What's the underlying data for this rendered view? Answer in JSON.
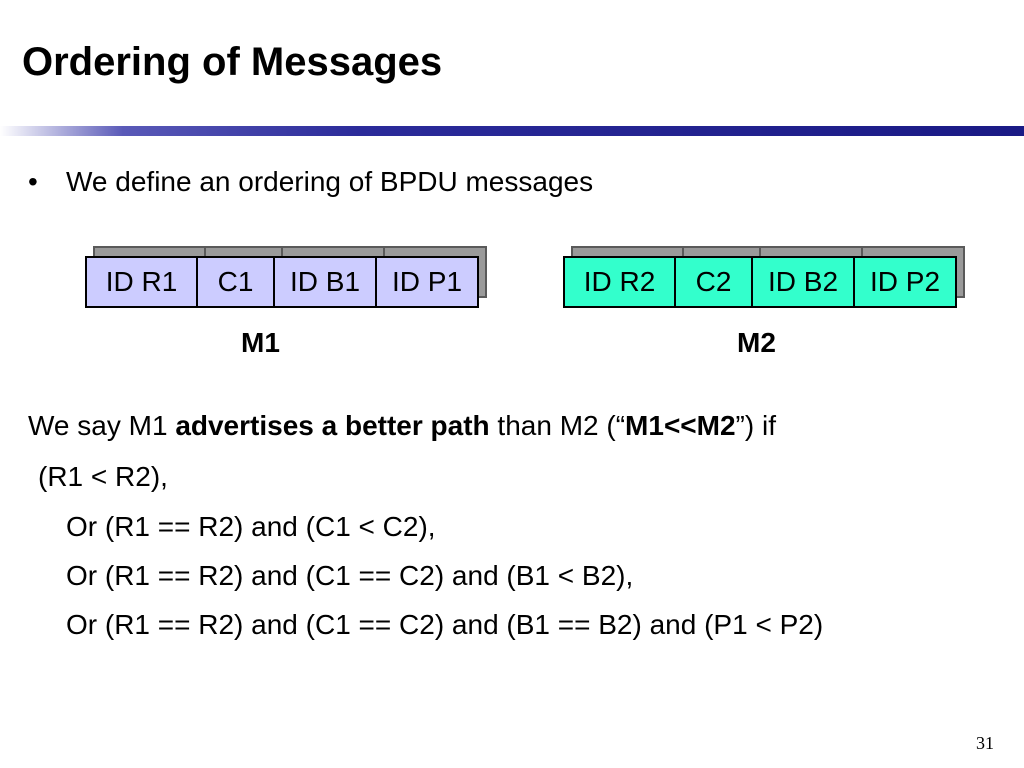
{
  "slide": {
    "title": "Ordering of Messages",
    "bullet": "We define an ordering of BPDU messages",
    "page_number": "31"
  },
  "messages": {
    "m1": {
      "label": "M1",
      "fields": [
        "ID R1",
        "C1",
        "ID B1",
        "ID P1"
      ],
      "color": "#ccccff"
    },
    "m2": {
      "label": "M2",
      "fields": [
        "ID R2",
        "C2",
        "ID B2",
        "ID P2"
      ],
      "color": "#33ffcc"
    }
  },
  "statement": {
    "part1": "We say M1 ",
    "bold1": "advertises a better path",
    "part2": " than M2 (“",
    "bold2": "M1<<M2",
    "part3": "”) if"
  },
  "conditions": [
    "(R1 < R2),",
    "Or (R1 == R2) and (C1 < C2),",
    "Or (R1 == R2) and (C1 == C2) and (B1 < B2),",
    "Or (R1 == R2) and (C1 == C2) and (B1 == B2) and (P1 < P2)"
  ]
}
